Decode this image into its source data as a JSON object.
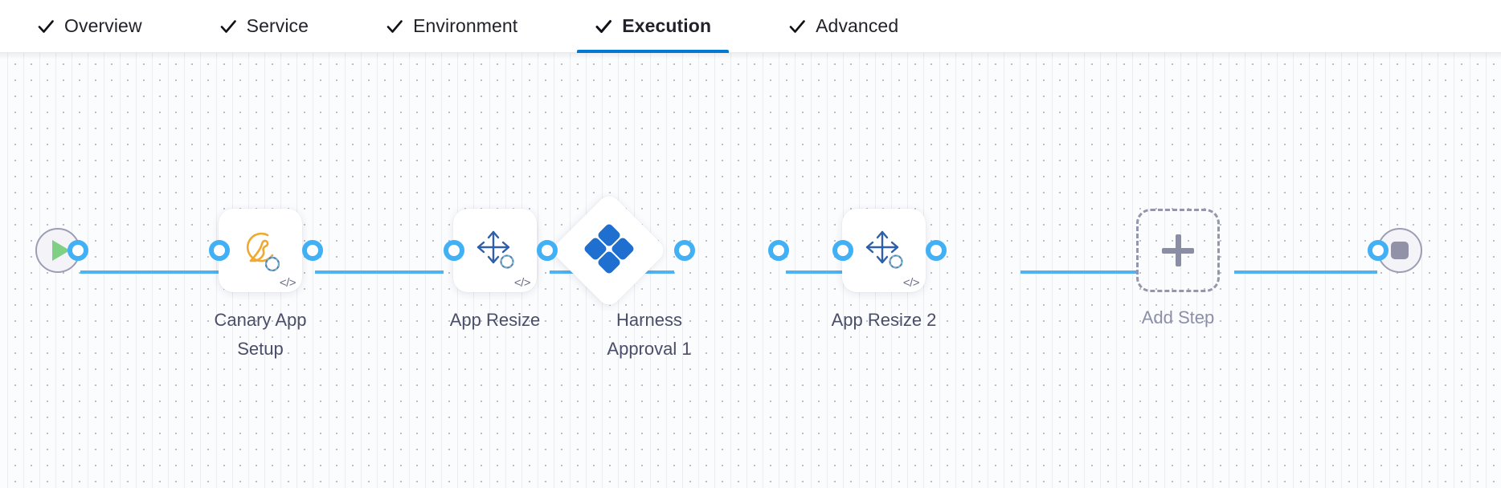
{
  "tabs": [
    {
      "label": "Overview",
      "icon": "check-icon",
      "active": false,
      "complete": true
    },
    {
      "label": "Service",
      "icon": "check-icon",
      "active": false,
      "complete": true
    },
    {
      "label": "Environment",
      "icon": "check-icon",
      "active": false,
      "complete": true
    },
    {
      "label": "Execution",
      "icon": "check-icon",
      "active": true,
      "complete": true
    },
    {
      "label": "Advanced",
      "icon": "check-icon",
      "active": false,
      "complete": true
    }
  ],
  "pipeline": {
    "start_node": {
      "name": "start",
      "icon": "play-icon"
    },
    "end_node": {
      "name": "end",
      "icon": "stop-icon"
    },
    "steps": [
      {
        "label": "Canary App\nSetup",
        "icon": "tanzu-bird-icon",
        "badge": "code-icon",
        "type": "step",
        "code_badge": "</>"
      },
      {
        "label": "App Resize",
        "icon": "resize-arrows-icon",
        "badge": "code-icon",
        "type": "step",
        "code_badge": "</>"
      },
      {
        "label": "Harness\nApproval 1",
        "icon": "harness-logo-icon",
        "badge": "",
        "type": "approval",
        "code_badge": ""
      },
      {
        "label": "App Resize 2",
        "icon": "resize-arrows-icon",
        "badge": "code-icon",
        "type": "step",
        "code_badge": "</>"
      },
      {
        "label": "Add Step",
        "icon": "plus-icon",
        "badge": "",
        "type": "add",
        "code_badge": ""
      }
    ]
  },
  "colors": {
    "accent_blue": "#0278d5",
    "edge_blue": "#4fb2f1",
    "connector_blue": "#42b0f5",
    "harness_blue": "#1f6fd0",
    "tanzu_orange": "#f0a830",
    "start_green": "#7ed085",
    "stop_gray": "#9192a8",
    "label_text": "#4a4e68",
    "muted_text": "#8c8fa9",
    "canvas_bg": "#fbfcfe"
  }
}
